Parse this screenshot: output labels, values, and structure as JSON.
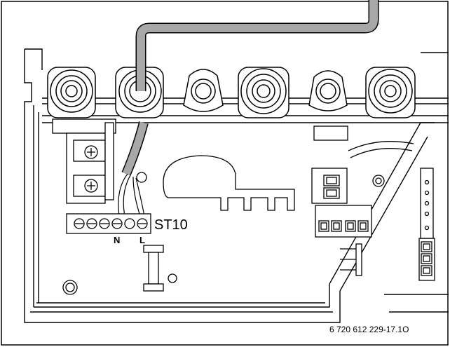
{
  "figure": {
    "terminal_block_label": "ST10",
    "terminal_labels": [
      "N",
      "L"
    ],
    "reference_code": "6 720 612 229-17.1O"
  },
  "colors": {
    "line": "#000000",
    "cable": "#a8a8a8",
    "background": "#ffffff"
  }
}
